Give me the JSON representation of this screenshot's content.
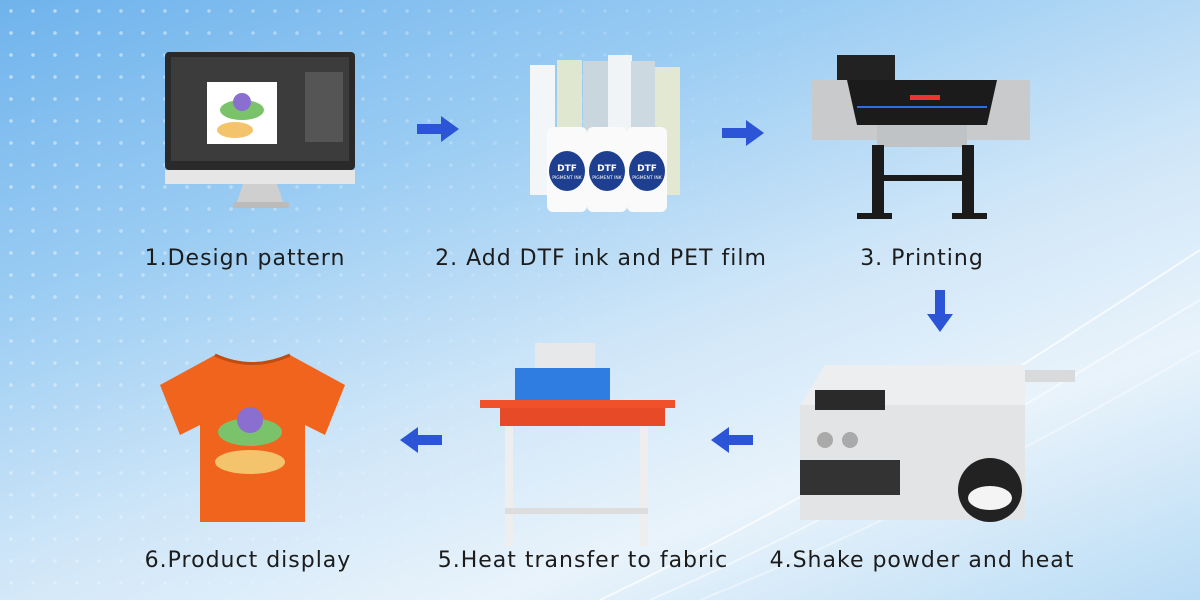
{
  "steps": [
    {
      "label": "1.Design pattern"
    },
    {
      "label": "2. Add DTF ink and PET film",
      "bottle_text": "DTF",
      "bottle_subtext": "PIGMENT INK"
    },
    {
      "label": "3. Printing"
    },
    {
      "label": "4.Shake powder and heat"
    },
    {
      "label": "5.Heat transfer to fabric"
    },
    {
      "label": "6.Product display"
    }
  ],
  "colors": {
    "arrow": "#2b55d6",
    "text": "#1c1c1c",
    "shirt": "#f0641e",
    "heat_plate": "#f0502a",
    "press_blue": "#2f7de0"
  },
  "icons": [
    "arrow-right-icon",
    "arrow-right-icon",
    "arrow-down-icon",
    "arrow-left-icon",
    "arrow-left-icon"
  ]
}
